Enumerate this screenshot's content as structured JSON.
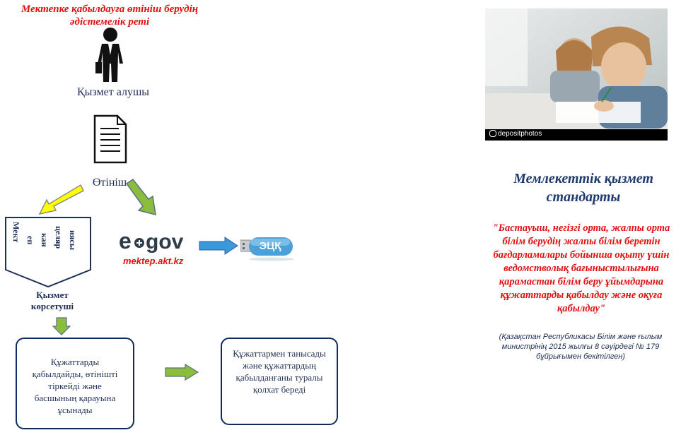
{
  "title": "Мектепке қабылдауға өтініш берудің әдістемелік реті",
  "service_recipient": "Қызмет алушы",
  "application": "Өтініш",
  "chancellery_fragments": [
    "Мект",
    "еп",
    "кан",
    "целяр",
    "иясы"
  ],
  "service_provider": "Қызмет көрсетуші",
  "egov_logo": "e gov",
  "egov_url": "mektep.akt.kz",
  "ecp_label": "ЭЦҚ",
  "box1": "Құжаттарды қабылдайды, өтінішті тіркейді   және басшының қарауына ұсынады",
  "box2": "Құжаттармен таныcады  және құжаттардың қабылданғаны туралы қолхат береді",
  "photo_watermark": "depositphotos",
  "standard_title": "Мемлекеттік қызмет стандарты",
  "standard_quote": "\"Бастауыш, негізгі орта, жалпы орта білім берудің жалпы білім беретін бағдарламалары бойынша оқыту үшін ведомстволық бағыныстылығына қарамастан білім беру ұйымдарына құжаттарды қабылдау және оқуға қабылдау\"",
  "standard_note": "(Қазақстан Республикасы Білім және ғылым министрінің 2015 жылғы 8 сәуірдегі № 179 бұйрығымен бекітілген)",
  "colors": {
    "title_red": "#e01010",
    "navy": "#1f2f55",
    "yellow_arrow": "#ffff00",
    "green_arrow": "#8bbd3c",
    "blue_arrow": "#3a9ad9"
  },
  "icons": {
    "person": "person-icon",
    "document": "document-icon",
    "usb": "usb-key-icon"
  }
}
